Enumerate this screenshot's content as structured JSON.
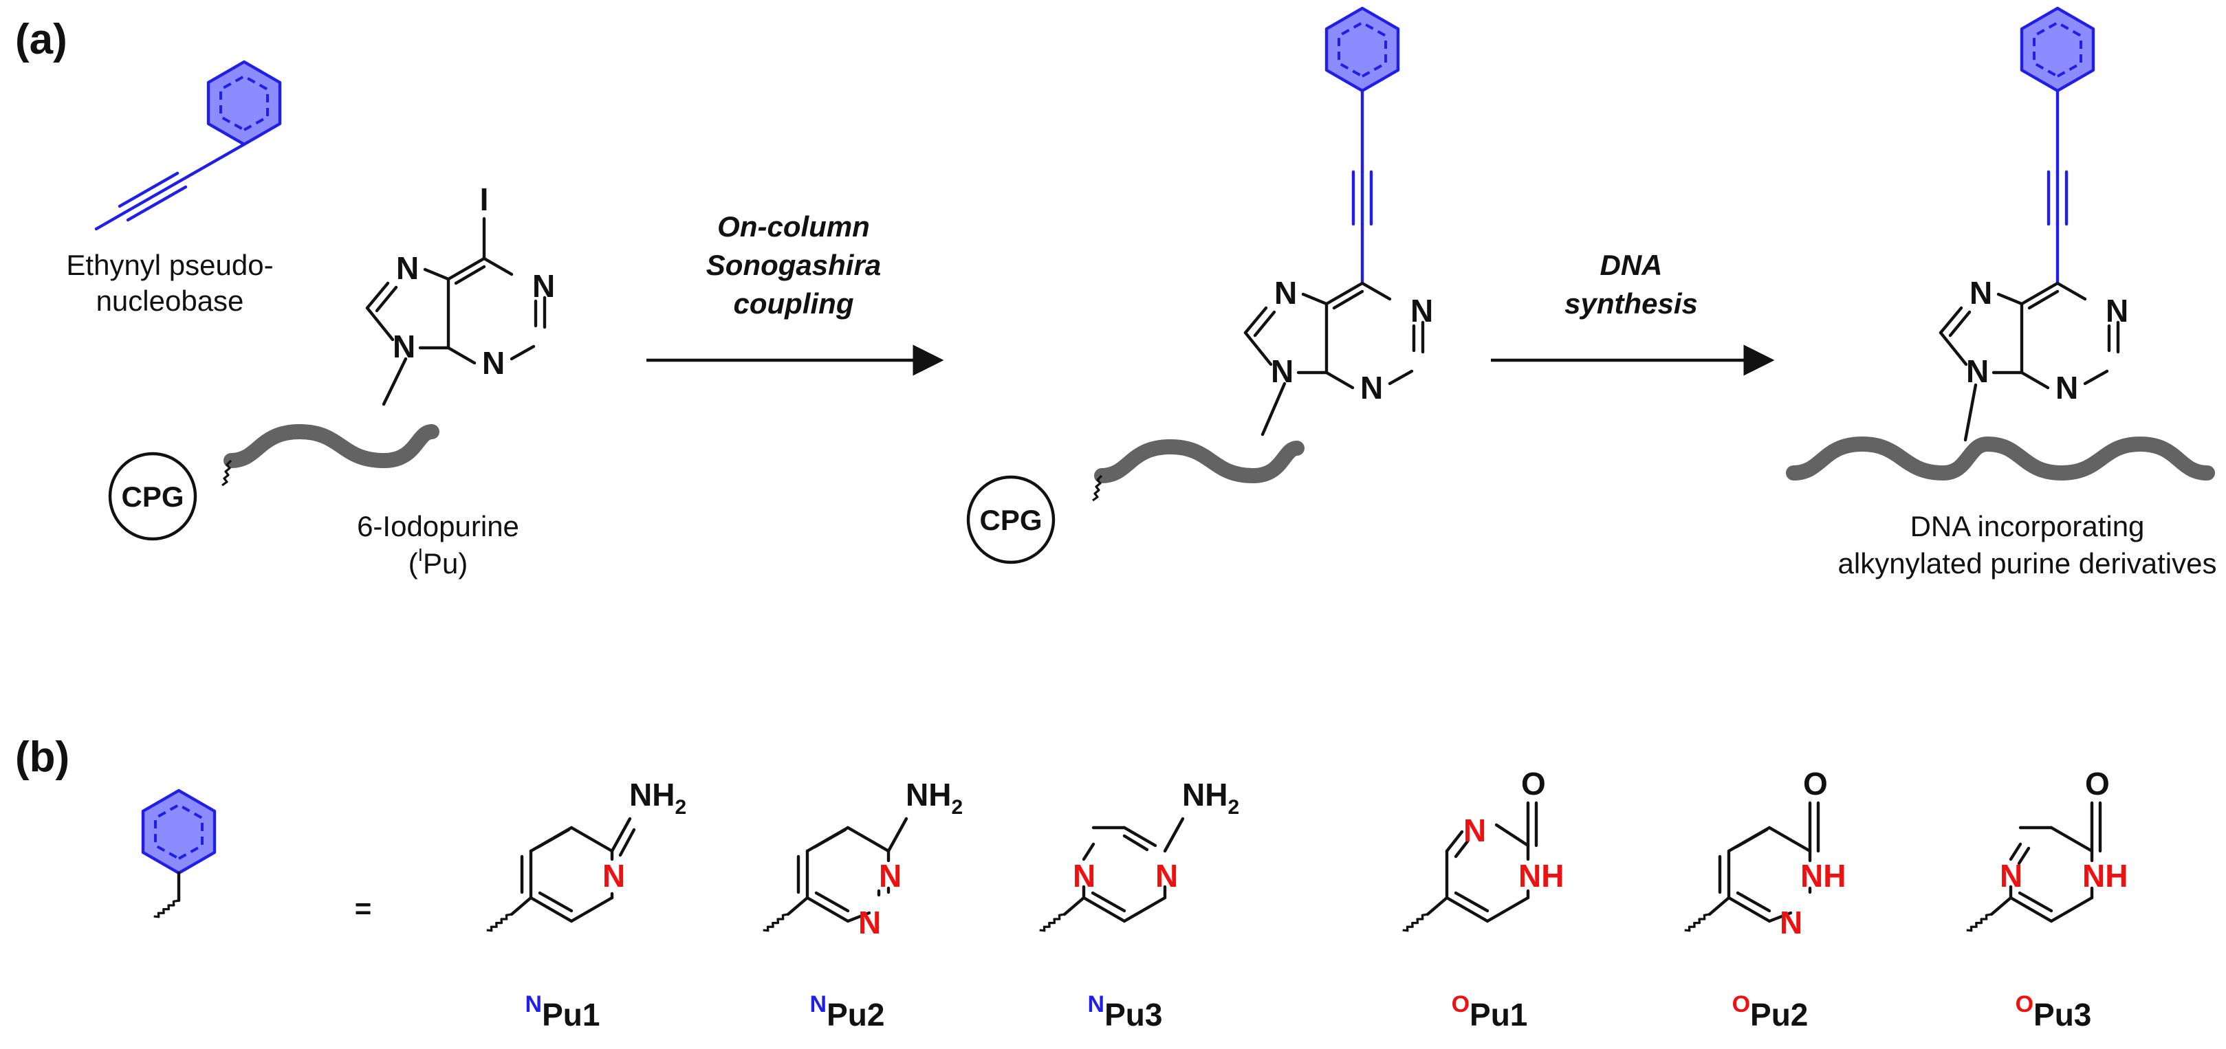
{
  "panels": {
    "a": "(a)",
    "b": "(b)"
  },
  "reactant": {
    "ethynyl_label_1": "Ethynyl pseudo-",
    "ethynyl_label_2": "nucleobase",
    "iodo_atom": "I",
    "name": "6-Iodopurine",
    "abbr_open": "(",
    "abbr_sup": "I",
    "abbr_rest": "Pu)",
    "support": "CPG"
  },
  "step1": {
    "line1": "On-column",
    "line2": "Sonogashira",
    "line3": "coupling"
  },
  "step2": {
    "line1": "DNA",
    "line2": "synthesis"
  },
  "product": {
    "label_1": "DNA incorporating",
    "label_2": "alkynylated purine derivatives"
  },
  "atoms": {
    "N": "N",
    "O": "O",
    "NH": "NH",
    "NH2": "NH",
    "NH2_sub": "2"
  },
  "panel_b": {
    "equals": "=",
    "compounds": [
      {
        "sup": "N",
        "name": "Pu1"
      },
      {
        "sup": "N",
        "name": "Pu2"
      },
      {
        "sup": "N",
        "name": "Pu3"
      },
      {
        "sup": "O",
        "name": "Pu1"
      },
      {
        "sup": "O",
        "name": "Pu2"
      },
      {
        "sup": "O",
        "name": "Pu3"
      }
    ]
  },
  "colors": {
    "blue": "#1f1fe8",
    "blue_fill": "#8c8cff",
    "red": "#ee1111",
    "helix": "#636363",
    "black": "#111111"
  },
  "icons": [
    "benzene-ring",
    "alkyne",
    "purine",
    "dna-helix",
    "cpg-bead",
    "wavy-attachment-bond",
    "reaction-arrow"
  ]
}
